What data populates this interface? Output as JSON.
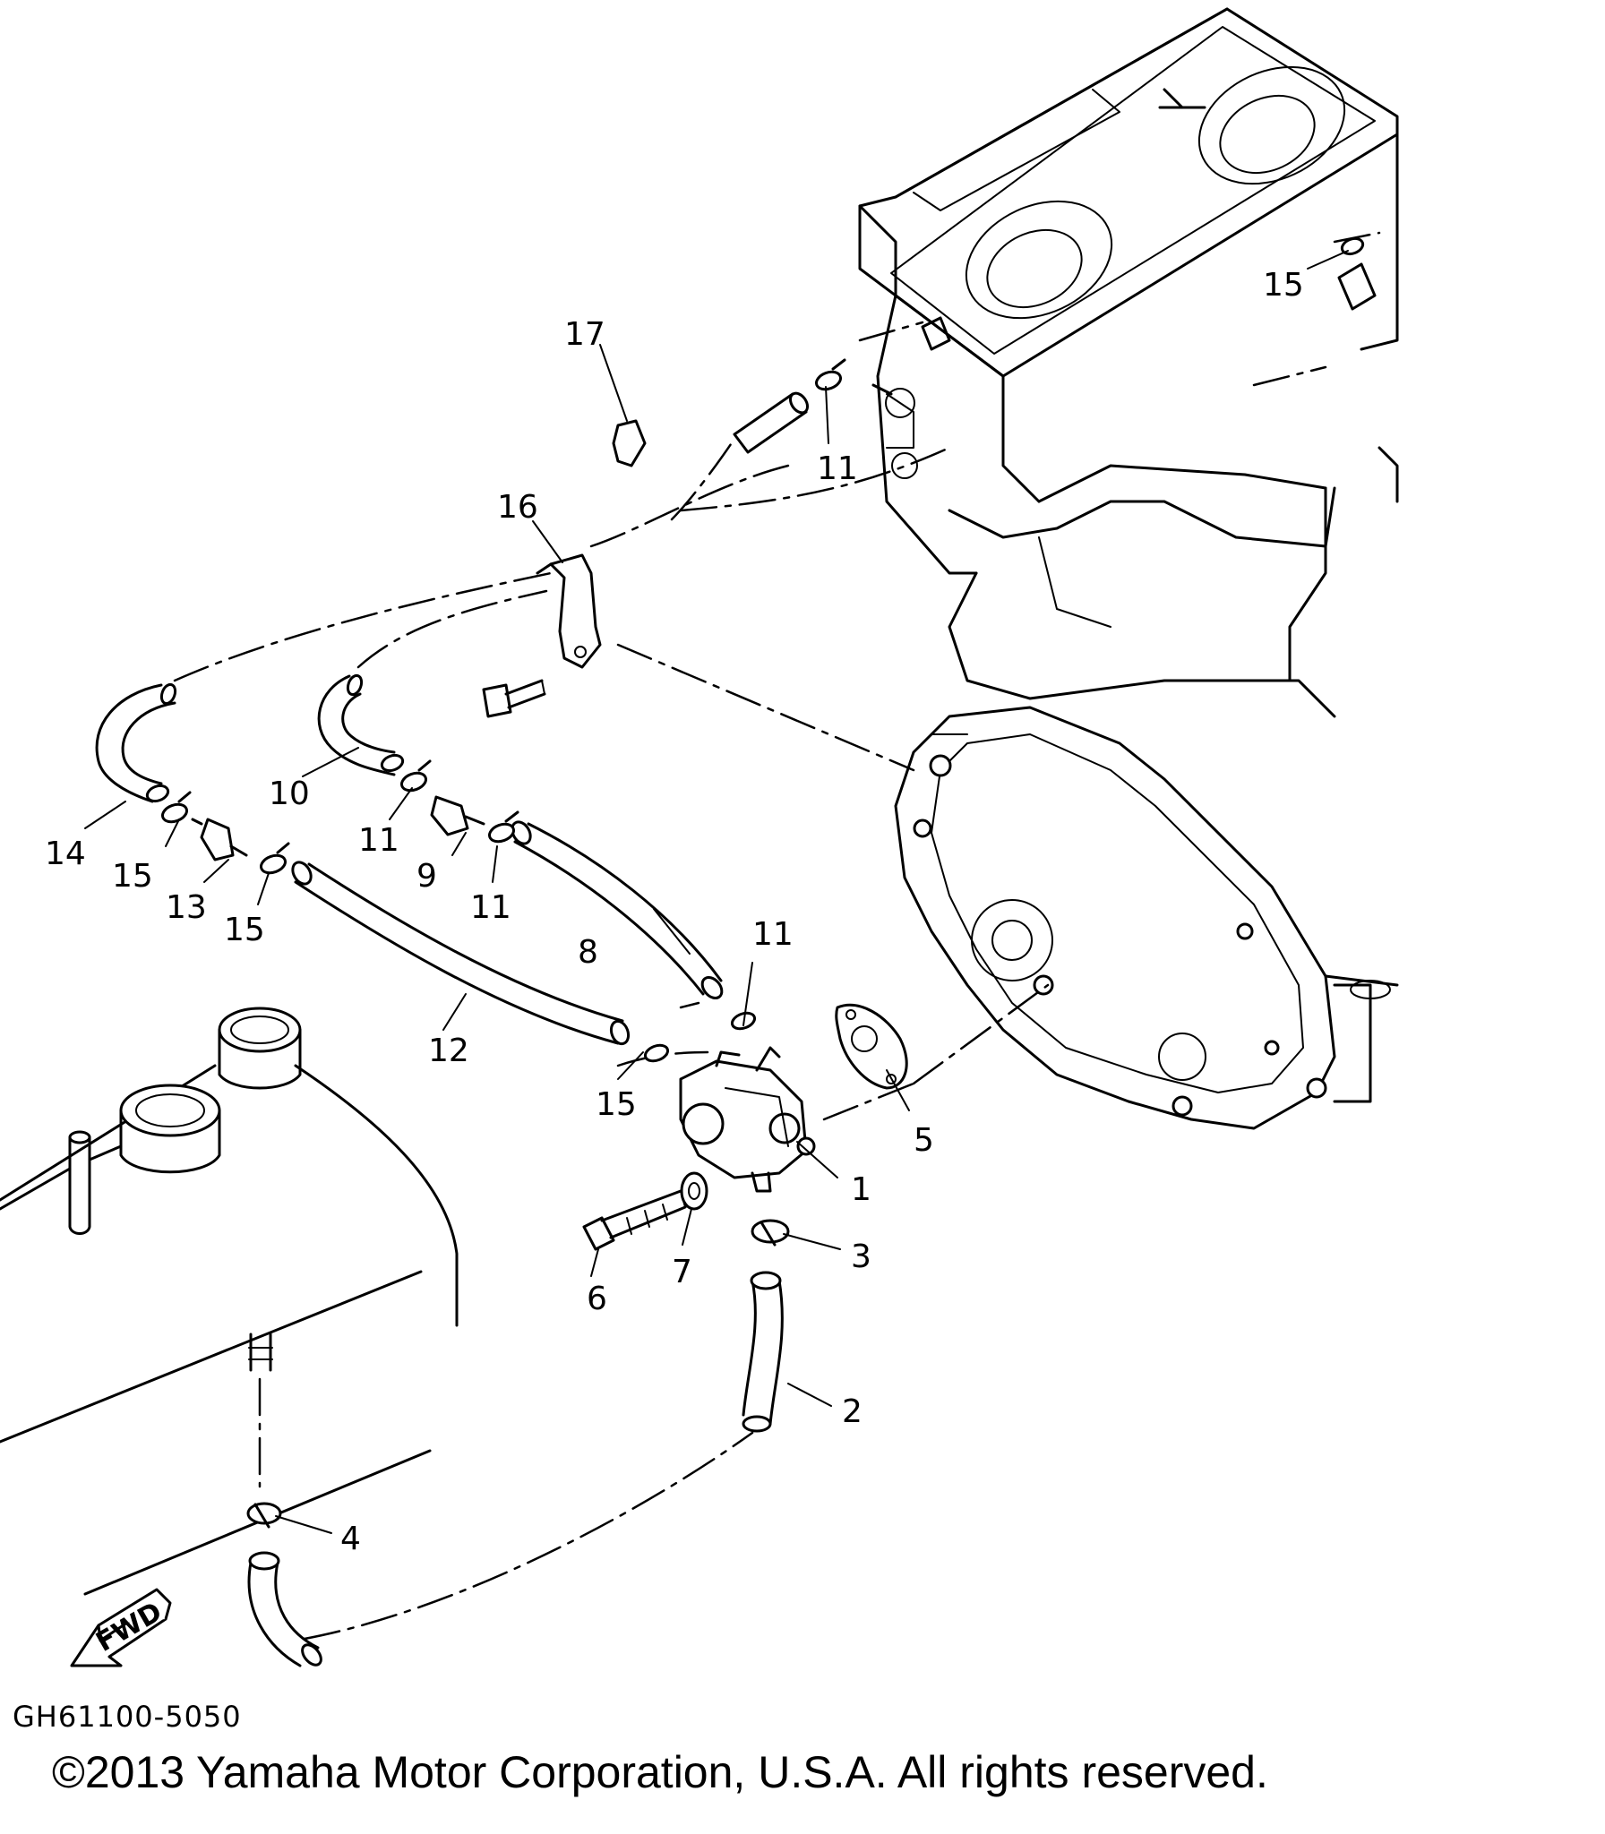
{
  "diagram": {
    "callouts": [
      "1",
      "2",
      "3",
      "4",
      "5",
      "6",
      "7",
      "8",
      "9",
      "10",
      "11",
      "11",
      "11",
      "11",
      "12",
      "13",
      "14",
      "15",
      "15",
      "15",
      "15",
      "16",
      "17"
    ],
    "direction_badge": "FWD"
  },
  "footer": {
    "diagram_code": "GH61100-5050",
    "copyright": "©2013 Yamaha Motor Corporation, U.S.A. All rights reserved."
  }
}
